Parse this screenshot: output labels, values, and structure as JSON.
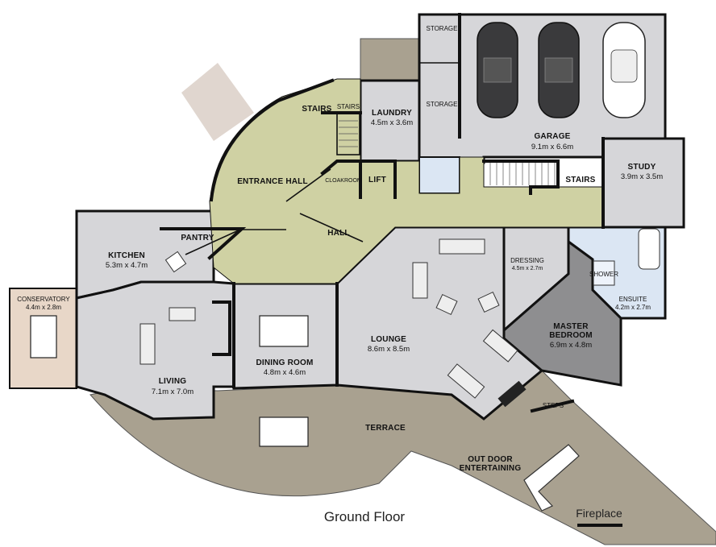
{
  "plan_title": "Ground Floor",
  "rooms": {
    "storage_top": {
      "name": "STORAGE"
    },
    "storage_mid": {
      "name": "STORAGE"
    },
    "laundry": {
      "name": "LAUNDRY",
      "dim": "4.5m x 3.6m"
    },
    "stairs_a": {
      "name": "STAIRS"
    },
    "stairs_b": {
      "name": "STAIRS"
    },
    "garage": {
      "name": "GARAGE",
      "dim": "9.1m x 6.6m"
    },
    "study": {
      "name": "STUDY",
      "dim": "3.9m x 3.5m"
    },
    "entrance_hall": {
      "name": "ENTRANCE HALL"
    },
    "cloakroom": {
      "name": "CLOAKROOM"
    },
    "lift": {
      "name": "LIFT"
    },
    "stairs_main": {
      "name": "STAIRS"
    },
    "hall": {
      "name": "HALL"
    },
    "kitchen": {
      "name": "KITCHEN",
      "dim": "5.3m x 4.7m"
    },
    "pantry": {
      "name": "PANTRY"
    },
    "dressing": {
      "name": "DRESSING",
      "dim": "4.5m x 2.7m"
    },
    "shower": {
      "name": "SHOWER"
    },
    "ensuite": {
      "name": "ENSUITE",
      "dim": "4.2m x 2.7m"
    },
    "master_bedroom": {
      "name": "MASTER",
      "name2": "BEDROOM",
      "dim": "6.9m x 4.8m"
    },
    "conservatory": {
      "name": "CONSERVATORY",
      "dim": "4.4m x 2.8m"
    },
    "living": {
      "name": "LIVING",
      "dim": "7.1m x 7.0m"
    },
    "dining_room": {
      "name": "DINING ROOM",
      "dim": "4.8m x 4.6m"
    },
    "lounge": {
      "name": "LOUNGE",
      "dim": "8.6m x 8.5m"
    },
    "steps": {
      "name": "STEPS"
    },
    "terrace": {
      "name": "TERRACE"
    },
    "outdoor": {
      "name": "OUT DOOR",
      "name2": "ENTERTAINING"
    },
    "fireplace": {
      "name": "Fireplace"
    }
  },
  "colors": {
    "interior": "#d6d6d9",
    "hall": "#cfd1a3",
    "terrace": "#a9a190",
    "bedroom": "#8e8e90",
    "wet": "#dbe6f3",
    "conservatory": "#e8d7c8",
    "wall": "#111111"
  }
}
